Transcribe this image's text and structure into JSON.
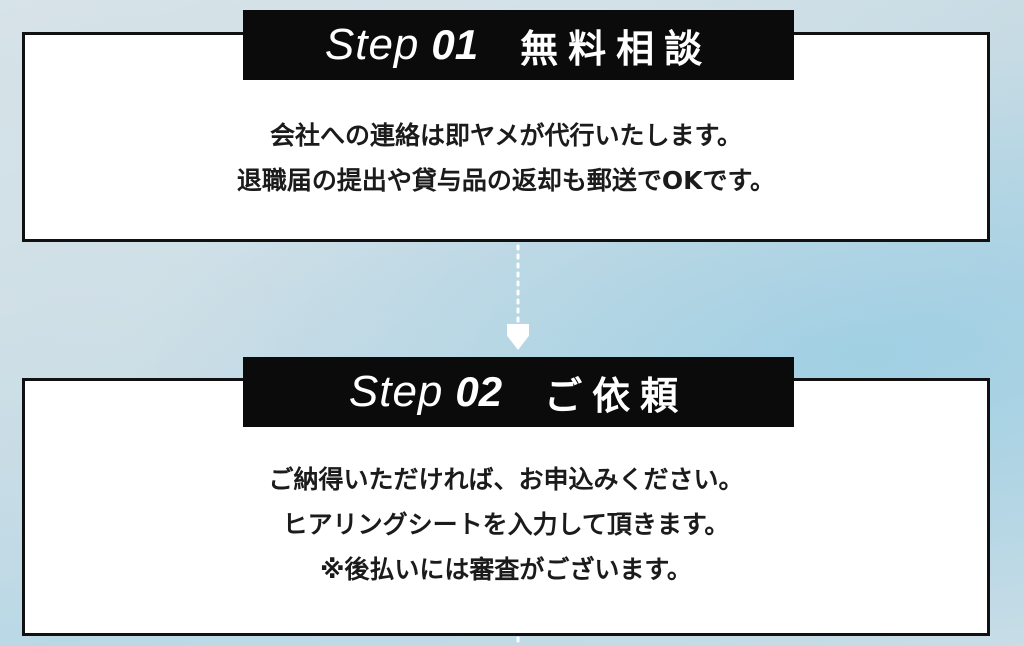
{
  "steps": [
    {
      "step_word": "Step",
      "step_number": "01",
      "title": "無料相談",
      "lines": [
        "会社への連絡は即ヤメが代行いたします。",
        "退職届の提出や貸与品の返却も郵送でOKです。"
      ]
    },
    {
      "step_word": "Step",
      "step_number": "02",
      "title": "ご依頼",
      "lines": [
        "ご納得いただければ、お申込みください。",
        "ヒアリングシートを入力して頂きます。",
        "※後払いには審査がございます。"
      ]
    }
  ],
  "colors": {
    "banner_bg": "#0b0b0b",
    "panel_border": "#111111",
    "connector": "#ffffff"
  },
  "icons": {
    "connector": "dotted-arrow-down-icon"
  }
}
